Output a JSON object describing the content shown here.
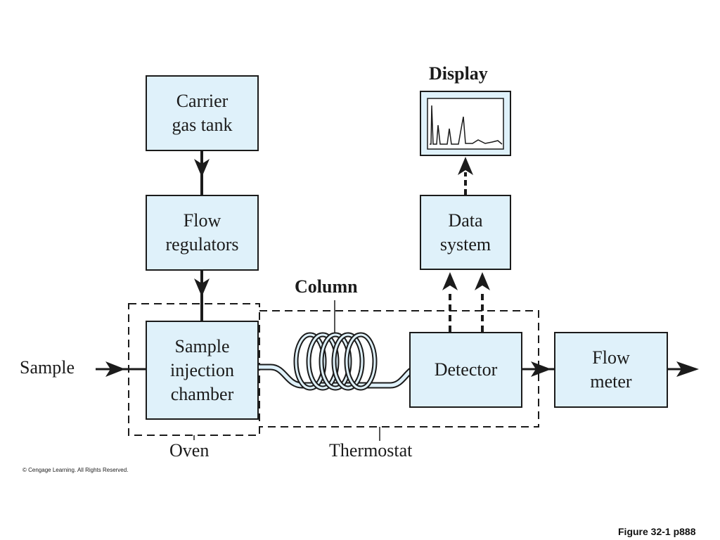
{
  "blocks": {
    "carrier_gas_tank": [
      "Carrier",
      "gas tank"
    ],
    "flow_regulators": [
      "Flow",
      "regulators"
    ],
    "sample_injection_chamber": [
      "Sample",
      "injection",
      "chamber"
    ],
    "detector": [
      "Detector"
    ],
    "data_system": [
      "Data",
      "system"
    ],
    "flow_meter": [
      "Flow",
      "meter"
    ]
  },
  "labels": {
    "sample": "Sample",
    "column": "Column",
    "display": "Display",
    "oven": "Oven",
    "thermostat": "Thermostat"
  },
  "copyright": "© Cengage Learning. All Rights Reserved.",
  "figure_caption": "Figure 32-1 p888",
  "colors": {
    "box_fill": "#dff1fa",
    "line": "#1b1b1b",
    "background": "#ffffff"
  },
  "icons": {
    "display_screen": "chromatogram-display-icon",
    "column": "coiled-column-icon"
  }
}
